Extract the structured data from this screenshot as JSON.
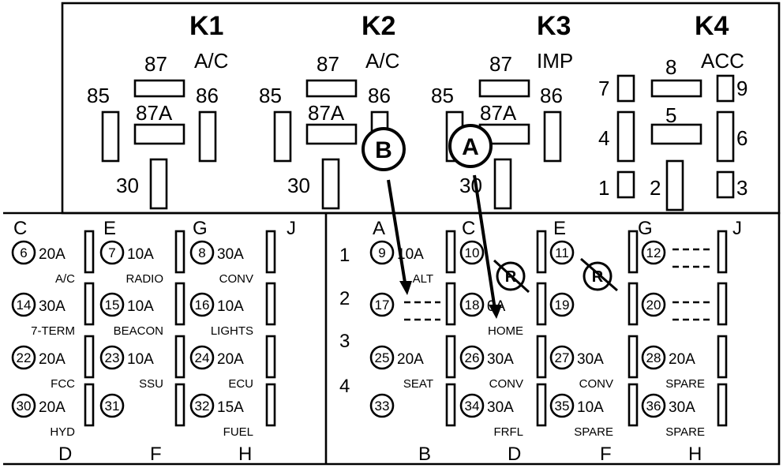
{
  "relays": [
    {
      "id": "K1",
      "func": "A/C",
      "pins": {
        "p87": "87",
        "p85": "85",
        "p86": "86",
        "p87a": "87A",
        "p30": "30"
      }
    },
    {
      "id": "K2",
      "func": "A/C",
      "pins": {
        "p87": "87",
        "p85": "85",
        "p86": "86",
        "p87a": "87A",
        "p30": "30"
      }
    },
    {
      "id": "K3",
      "func": "IMP",
      "pins": {
        "p87": "87",
        "p85": "85",
        "p86": "86",
        "p87a": "87A",
        "p30": "30"
      }
    },
    {
      "id": "K4",
      "func": "ACC",
      "pins": {
        "p8": "8",
        "p7": "7",
        "p9": "9",
        "p5": "5",
        "p4": "4",
        "p6": "6",
        "p1": "1",
        "p2": "2",
        "p3": "3"
      }
    }
  ],
  "callouts": {
    "a": "A",
    "b": "B"
  },
  "left_panel": {
    "top_cols": [
      "C",
      "E",
      "G",
      "J"
    ],
    "bottom_cols": [
      "D",
      "F",
      "H"
    ],
    "fuses": [
      {
        "num": "6",
        "amp": "20A",
        "func": "A/C"
      },
      {
        "num": "7",
        "amp": "10A",
        "func": "RADIO"
      },
      {
        "num": "8",
        "amp": "30A",
        "func": "CONV"
      },
      {
        "num": "14",
        "amp": "30A",
        "func": "7-TERM"
      },
      {
        "num": "15",
        "amp": "10A",
        "func": "BEACON"
      },
      {
        "num": "16",
        "amp": "10A",
        "func": "LIGHTS"
      },
      {
        "num": "22",
        "amp": "20A",
        "func": "FCC"
      },
      {
        "num": "23",
        "amp": "10A",
        "func": "SSU"
      },
      {
        "num": "24",
        "amp": "20A",
        "func": "ECU"
      },
      {
        "num": "30",
        "amp": "20A",
        "func": "HYD"
      },
      {
        "num": "31",
        "amp": "",
        "func": ""
      },
      {
        "num": "32",
        "amp": "15A",
        "func": "FUEL"
      }
    ]
  },
  "right_panel": {
    "top_cols": [
      "A",
      "C",
      "E",
      "G",
      "J"
    ],
    "bottom_cols": [
      "B",
      "D",
      "F",
      "H"
    ],
    "rows": [
      "1",
      "2",
      "3",
      "4"
    ],
    "fuses": [
      {
        "num": "9",
        "amp": "10A",
        "func": "ALT"
      },
      {
        "num": "10",
        "amp": "",
        "func": ""
      },
      {
        "num": "11",
        "amp": "",
        "func": ""
      },
      {
        "num": "12",
        "amp": "",
        "func": ""
      },
      {
        "num": "17",
        "amp": "",
        "func": ""
      },
      {
        "num": "18",
        "amp": "0A",
        "func": "HOME"
      },
      {
        "num": "19",
        "amp": "",
        "func": ""
      },
      {
        "num": "20",
        "amp": "",
        "func": ""
      },
      {
        "num": "25",
        "amp": "20A",
        "func": "SEAT"
      },
      {
        "num": "26",
        "amp": "30A",
        "func": "CONV"
      },
      {
        "num": "27",
        "amp": "30A",
        "func": "CONV"
      },
      {
        "num": "28",
        "amp": "20A",
        "func": "SPARE"
      },
      {
        "num": "33",
        "amp": "",
        "func": ""
      },
      {
        "num": "34",
        "amp": "30A",
        "func": "FRFL"
      },
      {
        "num": "35",
        "amp": "10A",
        "func": "SPARE"
      },
      {
        "num": "36",
        "amp": "30A",
        "func": "SPARE"
      }
    ],
    "relay_symbols": {
      "r1": "R",
      "r2": "R"
    }
  }
}
